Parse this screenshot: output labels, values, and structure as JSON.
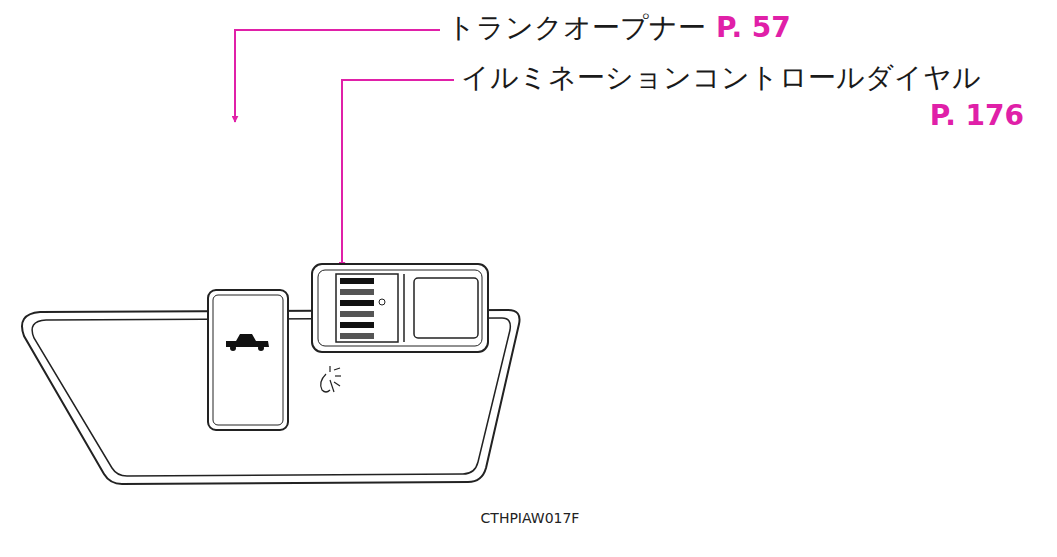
{
  "diagram": {
    "labels": [
      "トランクオープナー",
      "P. 57",
      "イルミネーションコントロールダイヤル",
      "P. 176",
      "CTHPIAW017F"
    ]
  }
}
